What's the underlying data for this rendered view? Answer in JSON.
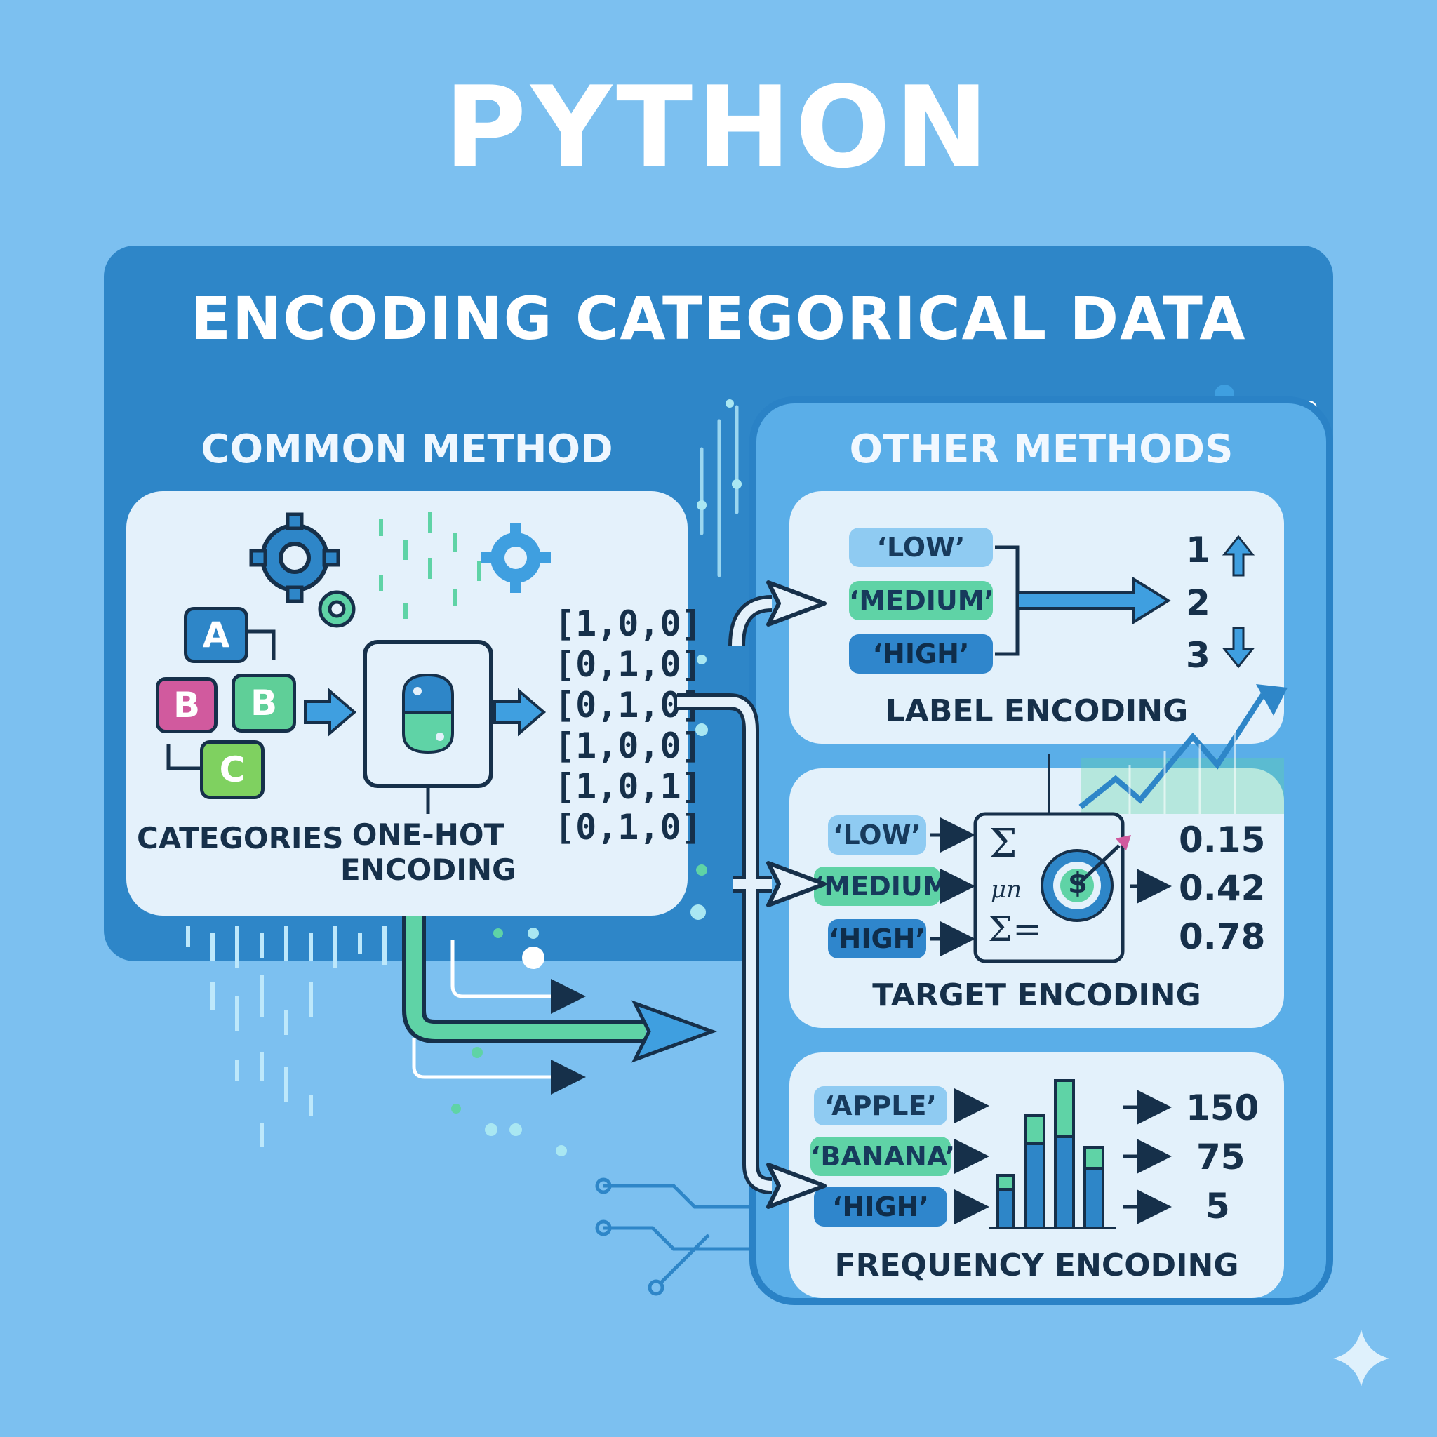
{
  "header": {
    "title": "PYTHON"
  },
  "subtitle": "ENCODING CATEGORICAL DATA",
  "common": {
    "title": "COMMON METHOD",
    "letters": [
      "A",
      "B",
      "B",
      "C"
    ],
    "categories_label": "CATEGORIES",
    "onehot_label_1": "ONE-HOT",
    "onehot_label_2": "ENCODING",
    "matrix": [
      "[1,0,0]",
      "[0,1,0]",
      "[0,1,0]",
      "[1,0,0]",
      "[1,0,1]",
      "[0,1,0]"
    ]
  },
  "other": {
    "title": "OTHER METHODS",
    "label_encoding": {
      "items": [
        "‘LOW’",
        "‘MEDIUM’",
        "‘HIGH’"
      ],
      "values": [
        "1",
        "2",
        "3"
      ],
      "name": "LABEL ENCODING"
    },
    "target_encoding": {
      "items": [
        "‘LOW’",
        "‘MEDIUM’",
        "‘HIGH’"
      ],
      "symbols": [
        "Σ",
        "μn",
        "Σ="
      ],
      "dollar": "$",
      "values": [
        "0.15",
        "0.42",
        "0.78"
      ],
      "name": "TARGET ENCODING"
    },
    "frequency_encoding": {
      "items": [
        "‘APPLE’",
        "‘BANANA’",
        "‘HIGH’"
      ],
      "values": [
        "150",
        "75",
        "5"
      ],
      "name": "FREQUENCY ENCODING"
    }
  },
  "colors": {
    "background": "#7cc0f0",
    "panel": "#2e86c8",
    "card": "#e3f1fb",
    "accent_green": "#5fd3a6",
    "dark_text": "#16304a"
  }
}
